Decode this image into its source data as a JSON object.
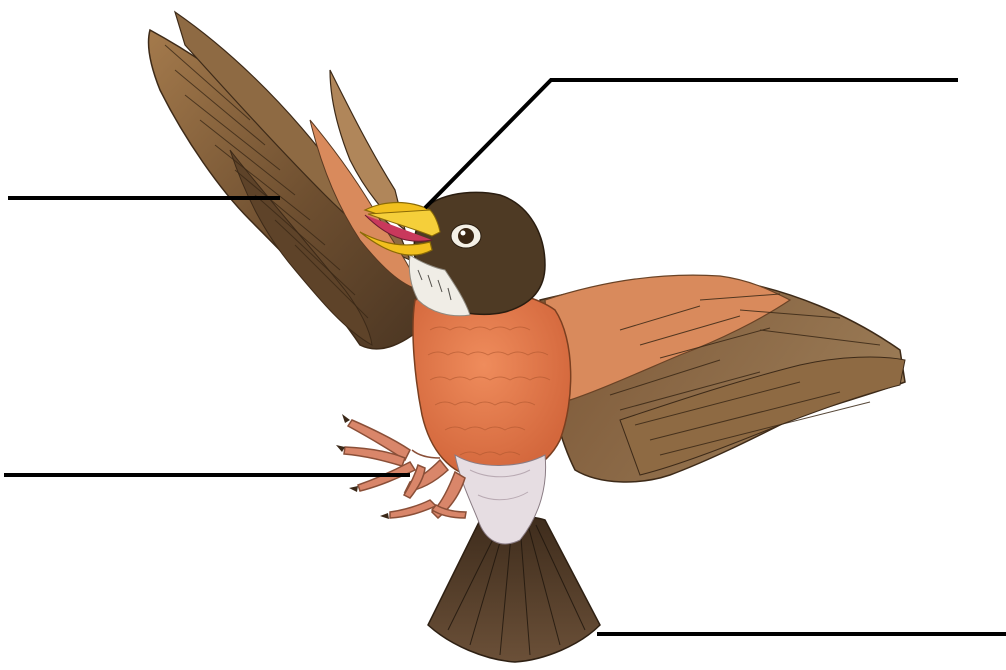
{
  "diagram": {
    "subject": "bird",
    "labels": [
      {
        "id": "beak",
        "text": ""
      },
      {
        "id": "wing",
        "text": ""
      },
      {
        "id": "foot",
        "text": ""
      },
      {
        "id": "tail",
        "text": ""
      }
    ],
    "colors": {
      "background": "#ffffff",
      "leader_line": "#000000",
      "feather_dark": "#4a3522",
      "feather_mid": "#8a6640",
      "feather_light": "#a47a4c",
      "wing_orange": "#d98a5c",
      "breast": "#e07a4f",
      "head": "#4e3a24",
      "beak": "#f2c01e",
      "throat": "#f0ede6",
      "legs": "#d9866a"
    }
  }
}
